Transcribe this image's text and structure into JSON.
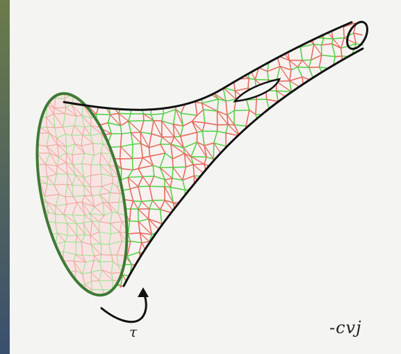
{
  "annotations": {
    "tau_label": "τ",
    "signature": "-cvj"
  },
  "colors": {
    "background": "#f4f4f2",
    "outline": "#111111",
    "mesh_green": "#55d24a",
    "mesh_green_light": "#9ee596",
    "mesh_red": "#e46a5e",
    "mesh_red_light": "#f0a8a0",
    "rim_green": "#3e7a34",
    "inside_fill": "#f6e4e2",
    "photo_strip_top": "#6b7b4a",
    "photo_strip_bottom": "#3a4f6e"
  },
  "figure": {
    "description_shape": "funnel-surface",
    "icons": [
      "rotation-arrow-icon"
    ]
  }
}
